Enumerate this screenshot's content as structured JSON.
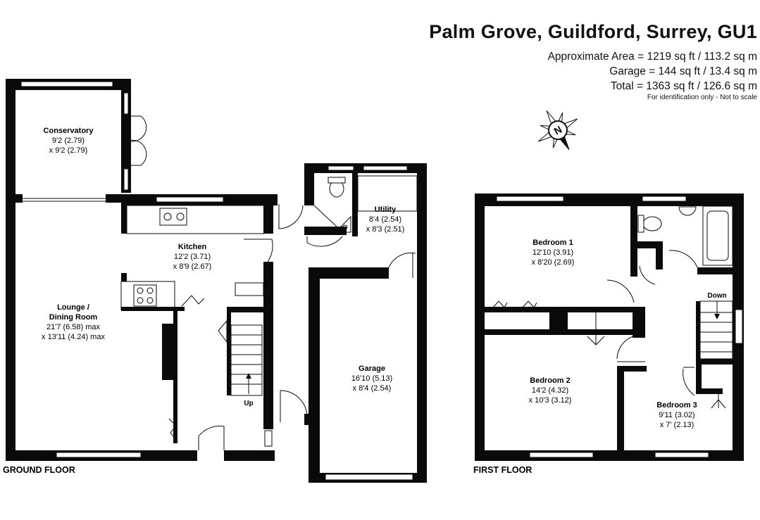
{
  "header": {
    "title": "Palm Grove, Guildford, Surrey, GU1",
    "area_approx": "Approximate Area = 1219 sq ft / 113.2 sq m",
    "area_garage": "Garage = 144 sq ft / 13.4 sq m",
    "area_total": "Total = 1363 sq ft / 126.6 sq m",
    "disclaimer": "For identification only - Not to scale"
  },
  "compass": {
    "letter": "N"
  },
  "floors": {
    "ground": {
      "label": "GROUND FLOOR",
      "rooms": [
        {
          "name": "Conservatory",
          "dim1": "9'2 (2.79)",
          "dim2": "x 9'2 (2.79)"
        },
        {
          "name": "Kitchen",
          "dim1": "12'2 (3.71)",
          "dim2": "x 8'9 (2.67)"
        },
        {
          "name": "Lounge /",
          "name2": "Dining Room",
          "dim1": "21'7 (6.58) max",
          "dim2": "x 13'11 (4.24) max"
        },
        {
          "name": "Utility",
          "dim1": "8'4 (2.54)",
          "dim2": "x 8'3 (2.51)"
        },
        {
          "name": "Garage",
          "dim1": "16'10 (5.13)",
          "dim2": "x 8'4 (2.54)"
        }
      ],
      "stair_label": "Up"
    },
    "first": {
      "label": "FIRST FLOOR",
      "rooms": [
        {
          "name": "Bedroom 1",
          "dim1": "12'10 (3.91)",
          "dim2": "x 8'20 (2.69)"
        },
        {
          "name": "Bedroom 2",
          "dim1": "14'2 (4.32)",
          "dim2": "x 10'3 (3.12)"
        },
        {
          "name": "Bedroom 3",
          "dim1": "9'11 (3.02)",
          "dim2": "x 7' (2.13)"
        }
      ],
      "stair_label": "Down"
    }
  },
  "colors": {
    "wall": "#0a0a0a",
    "window": "#ffffff",
    "background": "#ffffff"
  }
}
